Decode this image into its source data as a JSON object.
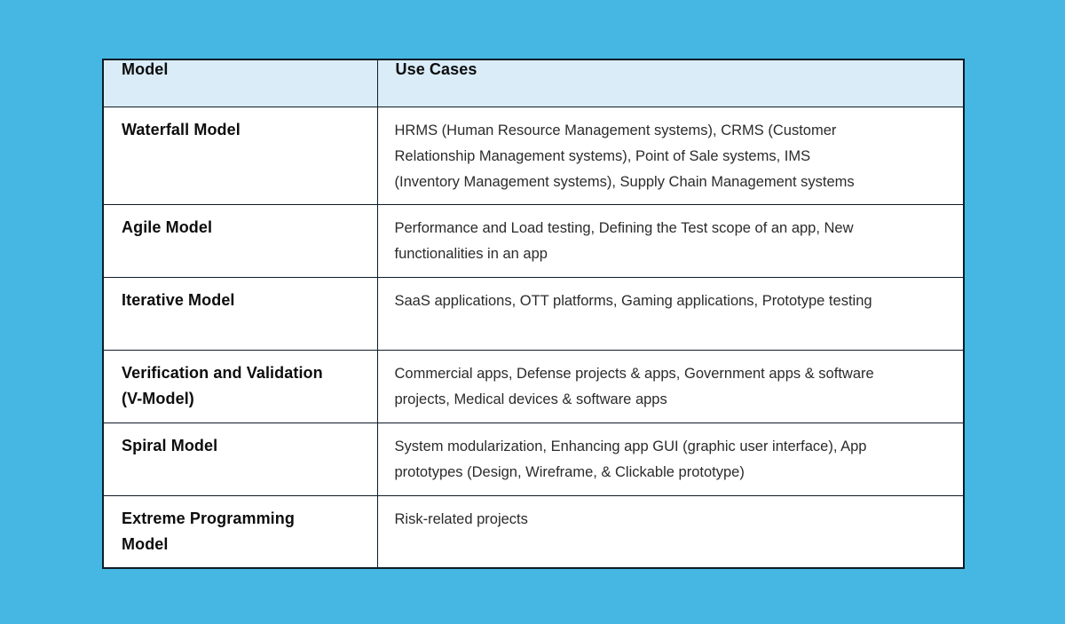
{
  "colors": {
    "page_background": "#46b7e2",
    "header_background": "#d9ecf8",
    "cell_background": "#ffffff",
    "border": "#0e1c28",
    "model_text": "#0d0d0d",
    "use_case_text": "#2b2b2b"
  },
  "chart_data": {
    "type": "table",
    "title": "",
    "columns": [
      "Model",
      "Use Cases"
    ],
    "rows": [
      {
        "model": "Waterfall Model",
        "use_cases": "HRMS (Human Resource Management systems), CRMS (Customer\nRelationship Management systems), Point of Sale systems, IMS\n(Inventory Management systems), Supply Chain Management systems"
      },
      {
        "model": "Agile Model",
        "use_cases": "Performance and Load testing, Defining the Test scope of an app, New\nfunctionalities in an app"
      },
      {
        "model": "Iterative Model",
        "use_cases": "SaaS applications, OTT platforms, Gaming applications, Prototype testing"
      },
      {
        "model": "Verification and Validation\n(V-Model)",
        "use_cases": "Commercial apps, Defense projects & apps, Government apps & software\nprojects, Medical devices & software apps"
      },
      {
        "model": "Spiral Model",
        "use_cases": "System modularization, Enhancing app GUI (graphic user interface), App\nprototypes (Design, Wireframe, & Clickable prototype)"
      },
      {
        "model": "Extreme Programming\nModel",
        "use_cases": "Risk-related projects"
      }
    ]
  }
}
